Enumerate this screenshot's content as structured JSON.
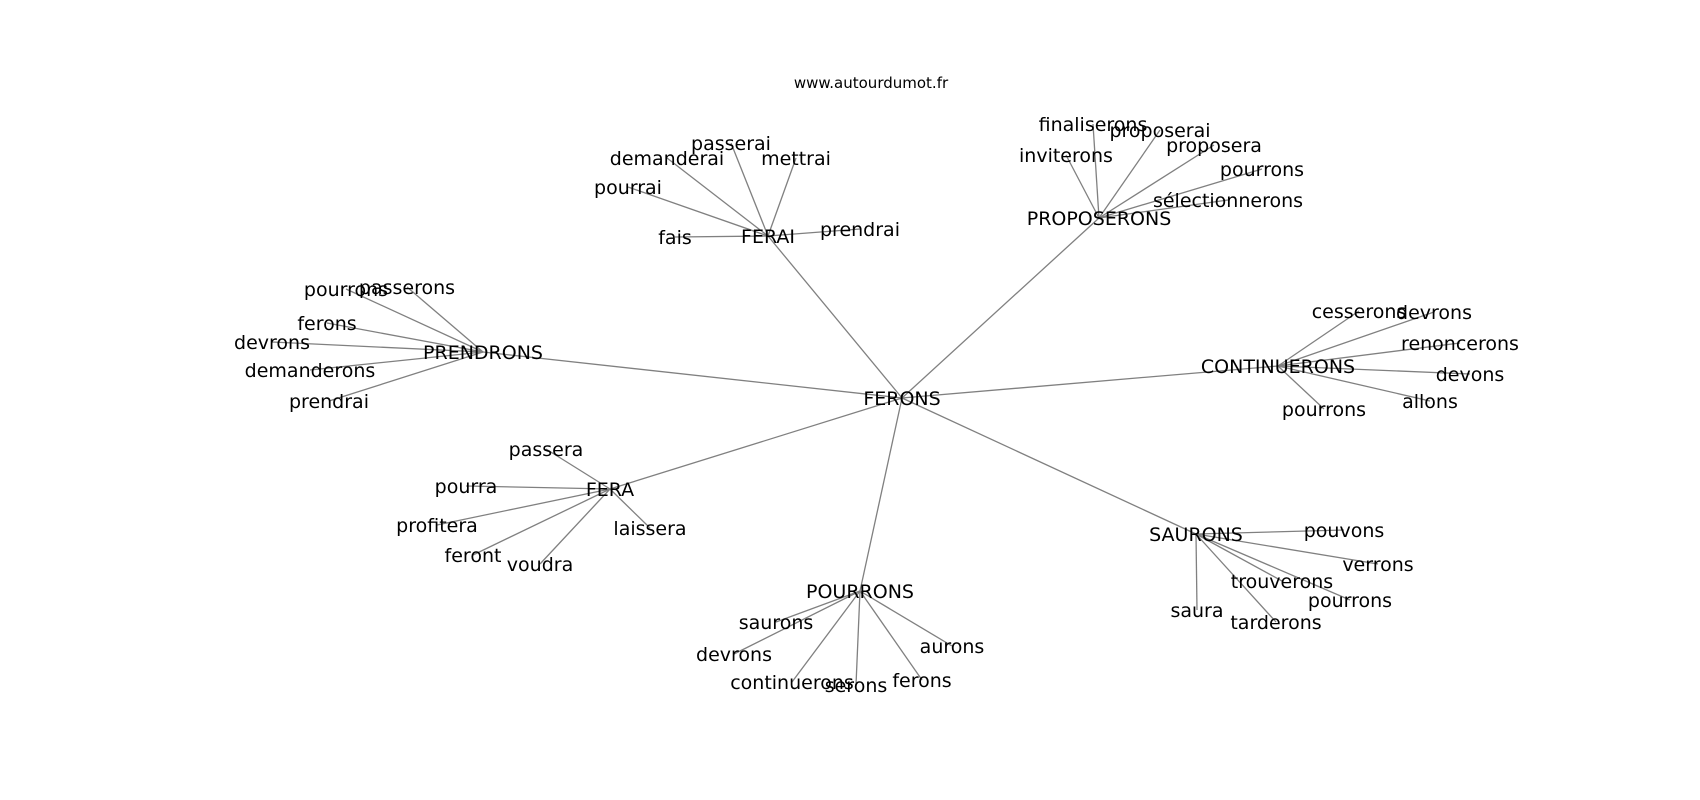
{
  "source": "www.autourdumot.fr",
  "graph": {
    "center": "FERONS",
    "groups": [
      {
        "hub": "FERAI",
        "words": [
          "passerai",
          "demanderai",
          "mettrai",
          "pourrai",
          "fais",
          "prendrai"
        ]
      },
      {
        "hub": "PROPOSERONS",
        "words": [
          "finaliserons",
          "proposerai",
          "proposera",
          "inviterons",
          "pourrons",
          "sélectionnerons"
        ]
      },
      {
        "hub": "PRENDRONS",
        "words": [
          "pourrons",
          "passerons",
          "ferons",
          "devrons",
          "demanderons",
          "prendrai"
        ]
      },
      {
        "hub": "CONTINUERONS",
        "words": [
          "cesserons",
          "devrons",
          "renoncerons",
          "devons",
          "pourrons",
          "allons"
        ]
      },
      {
        "hub": "FERA",
        "words": [
          "passera",
          "pourra",
          "profitera",
          "feront",
          "voudra",
          "laissera"
        ]
      },
      {
        "hub": "SAURONS",
        "words": [
          "pouvons",
          "verrons",
          "trouverons",
          "pourrons",
          "saura",
          "tarderons"
        ]
      },
      {
        "hub": "POURRONS",
        "words": [
          "saurons",
          "devrons",
          "continuerons",
          "serons",
          "ferons",
          "aurons"
        ]
      }
    ]
  }
}
